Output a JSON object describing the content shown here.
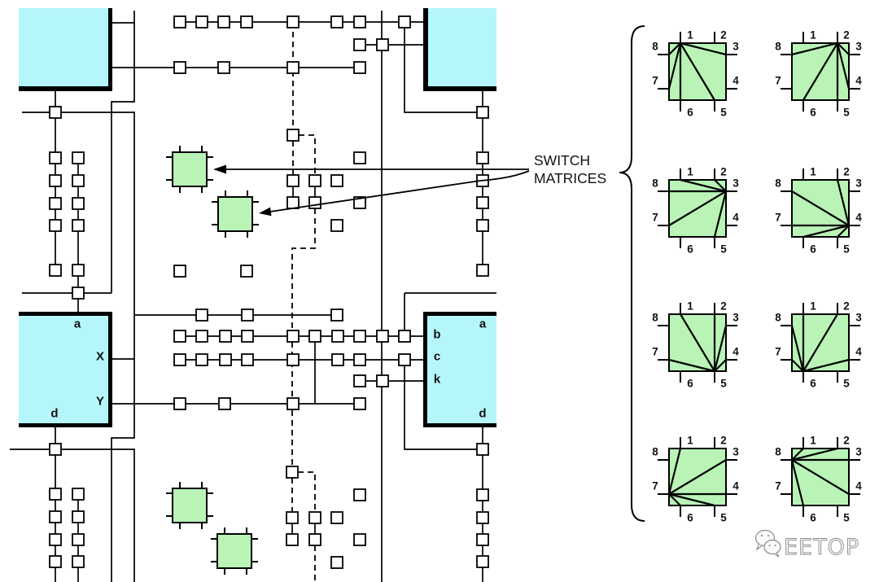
{
  "figure": {
    "type": "FPGA routing architecture diagram",
    "colors": {
      "logic_block_fill": "#b5f6fb",
      "switch_matrix_fill": "#b9f3b6",
      "wire": "#000000",
      "background": "#ffffff"
    }
  },
  "logic_blocks": {
    "left": {
      "labels": [
        "a",
        "X",
        "Y",
        "d"
      ]
    },
    "right": {
      "labels": [
        "a",
        "b",
        "c",
        "k",
        "d"
      ]
    }
  },
  "callout": {
    "line1": "SWITCH",
    "line2": "MATRICES",
    "arrow_count": 2
  },
  "switch_matrix_legend": {
    "pin_labels": [
      "1",
      "2",
      "3",
      "4",
      "5",
      "6",
      "7",
      "8"
    ],
    "configurations": [
      {
        "hub": 1,
        "connects_to": [
          8,
          7,
          6,
          5,
          3
        ]
      },
      {
        "hub": 2,
        "connects_to": [
          8,
          6,
          5,
          4,
          3
        ]
      },
      {
        "hub": 3,
        "connects_to": [
          1,
          2,
          8,
          7,
          5
        ]
      },
      {
        "hub": 4,
        "connects_to": [
          2,
          8,
          7,
          6,
          5
        ]
      },
      {
        "hub": 5,
        "connects_to": [
          1,
          2,
          3,
          4,
          7
        ]
      },
      {
        "hub": 6,
        "connects_to": [
          7,
          8,
          1,
          2,
          4
        ]
      },
      {
        "hub": 7,
        "connects_to": [
          1,
          3,
          4,
          5,
          6
        ]
      },
      {
        "hub": 8,
        "connects_to": [
          1,
          2,
          3,
          4,
          6
        ]
      }
    ]
  },
  "watermark": {
    "icon": "wechat-icon",
    "text": "EETOP"
  }
}
